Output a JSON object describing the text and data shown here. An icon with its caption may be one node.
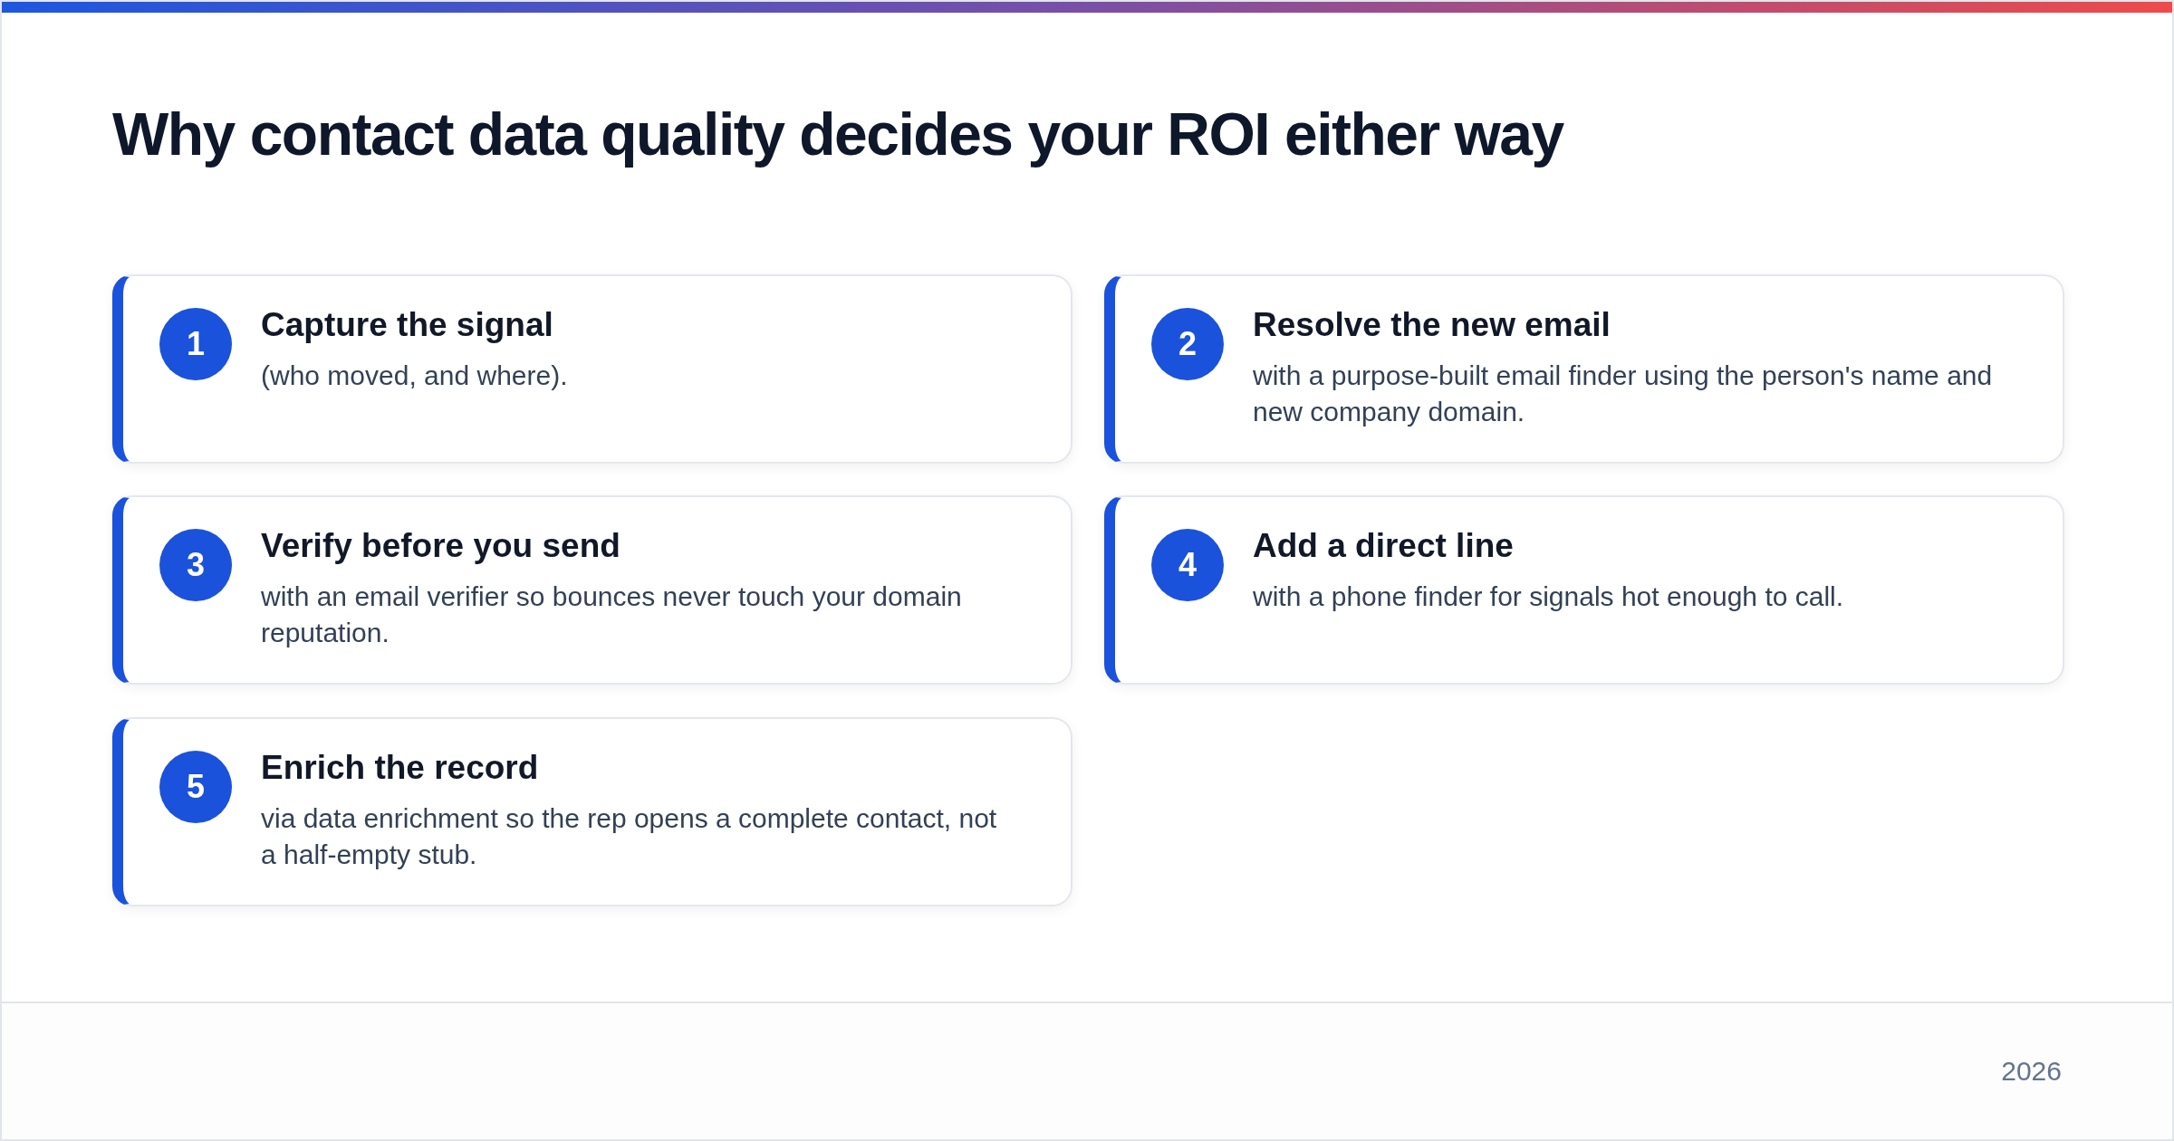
{
  "diagram": {
    "title": "Why contact data quality decides your ROI either way",
    "nodes": [
      {
        "text": [
          "Capture the signal",
          "(who moved, and where)."
        ]
      },
      {
        "text": [
          "1"
        ],
        "in": 0
      },
      {
        "text": [
          "Resolve the new email",
          "with a purpose-built email finder using the person's name and new company domain."
        ]
      },
      {
        "text": [
          "2"
        ],
        "in": 2
      },
      {
        "text": [
          "Verify before you send",
          "with an email verifier so bounces never touch your domain reputation."
        ]
      },
      {
        "text": [
          "3"
        ],
        "in": 4
      },
      {
        "text": [
          "Add a direct line",
          "with a phone finder for signals hot enough to call."
        ]
      },
      {
        "text": [
          "4"
        ],
        "in": 6
      },
      {
        "text": [
          "Enrich the record",
          "via data enrichment so the rep opens a complete contact, not a half-empty stub."
        ]
      },
      {
        "text": [
          "5"
        ],
        "in": 8
      }
    ],
    "labels": [
      "2026"
    ]
  }
}
